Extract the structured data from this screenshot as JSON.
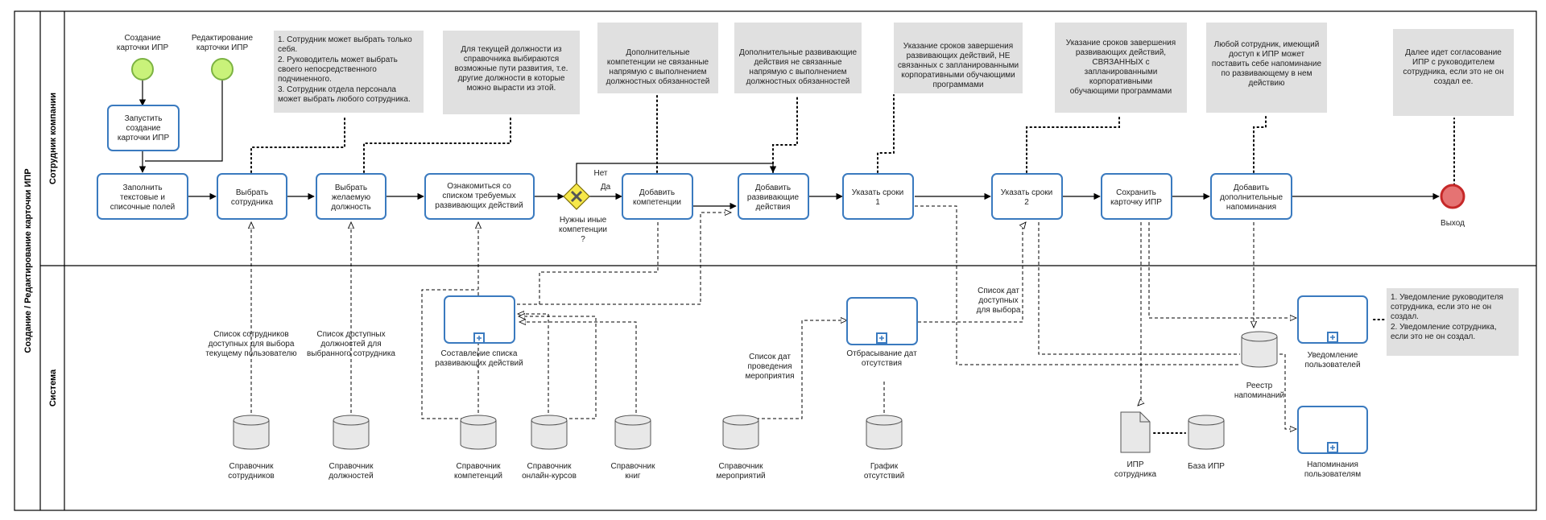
{
  "pool": {
    "title": "Создание / Редактирование карточки ИПР"
  },
  "lanes": {
    "top": "Сотрудник компании",
    "bottom": "Система"
  },
  "events": {
    "start1": "Создание карточки ИПР",
    "start2": "Редактирование карточки ИПР",
    "end": "Выход"
  },
  "gateway": {
    "label": "Нужны иные компетенции ?",
    "no": "Нет",
    "yes": "Да"
  },
  "tasks": {
    "t_start": "Запустить создание карточки ИПР",
    "t_fill": "Заполнить текстовые и списочные полей",
    "t_emp": "Выбрать сотрудника",
    "t_pos": "Выбрать желаемую должность",
    "t_review": "Ознакомиться со списком требуемых развивающих действий",
    "t_comp": "Добавить компетенции",
    "t_actions": "Добавить развивающие действия",
    "t_dates1": "Указать сроки 1",
    "t_dates2": "Указать сроки 2",
    "t_save": "Сохранить карточку ИПР",
    "t_remind": "Добавить дополнительные напоминания"
  },
  "subprocesses": {
    "s_list": "Составление списка развивающих действий",
    "s_filter": "Отбрасывание дат отсутствия",
    "s_notify": "Уведомление пользователей",
    "s_remind": "Напоминания пользователям"
  },
  "notes": {
    "n1": "1. Сотрудник может выбрать только себя.\n2. Руководитель может выбрать своего непосредственного подчиненного.\n3. Сотрудник отдела персонала может выбрать любого сотрудника.",
    "n2": "Для текущей должности из справочника выбираются возможные пути развития, т.е. другие должности в которые можно вырасти из этой.",
    "n3": "Дополнительные компетенции не связанные напрямую с выполнением должностных обязанностей",
    "n4": "Дополнительные развивающие действия не связанные напрямую с выполнением должностных обязанностей",
    "n5": "Указание сроков завершения развивающих действий, НЕ связанных с запланированными корпоративными обучающими программами",
    "n6": "Указание сроков завершения развивающих действий, СВЯЗАННЫХ с запланированными корпоративными обучающими программами",
    "n7": "Любой сотрудник, имеющий доступ к ИПР может поставить себе напоминание по развивающему в нем действию",
    "n8": "Далее идет согласование ИПР с руководителем сотрудника, если это не он создал ее.",
    "n9": "1. Уведомление руководителя сотрудника, если это не он создал.\n2. Уведомление сотрудника, если это не он создал."
  },
  "data_labels": {
    "d_emp": "Список сотрудников доступных для выбора текущему пользователю",
    "d_pos": "Список доступных должностей для выбранного сотрудника",
    "d_events": "Список дат проведения мероприятия",
    "d_dates": "Список дат доступных для выбора"
  },
  "stores": {
    "db_emp": "Справочник сотрудников",
    "db_pos": "Справочник должностей",
    "db_comp": "Справочник компетенций",
    "db_online": "Справочник онлайн-курсов",
    "db_books": "Справочник книг",
    "db_events": "Справочник мероприятий",
    "db_absence": "График отсутствий",
    "db_reg": "Реестр напоминаний",
    "doc_ipr": "ИПР сотрудника",
    "db_base": "База ИПР"
  },
  "colors": {
    "task_border": "#3a7abf",
    "start_fill": "#c9f27a",
    "start_stroke": "#7cb342",
    "end_fill": "#e57373",
    "end_stroke": "#c62828",
    "gateway_fill": "#f7e84a",
    "note_fill": "#e0e0e0"
  }
}
